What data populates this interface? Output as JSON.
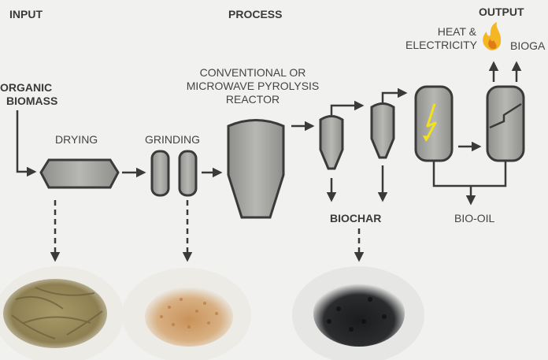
{
  "headers": {
    "input": "INPUT",
    "process": "PROCESS",
    "output": "OUTPUT"
  },
  "labels": {
    "organic_line1": "ORGANIC",
    "organic_line2": "BIOMASS",
    "drying": "DRYING",
    "grinding": "GRINDING",
    "reactor_line1": "CONVENTIONAL OR",
    "reactor_line2": "MICROWAVE PYROLYSIS",
    "reactor_line3": "REACTOR",
    "biochar": "BIOCHAR",
    "bio_oil": "BIO-OIL",
    "heat_line1": "HEAT &",
    "heat_line2": "ELECTRICITY",
    "biogas": "BIOGA"
  },
  "colors": {
    "equipment_fill": "#a3a3a0",
    "equipment_stroke": "#3a3a3a",
    "arrow": "#3a3a3a",
    "lightning": "#f2e21a",
    "flame_outer": "#f4b623",
    "flame_inner": "#e07b1a",
    "background": "#f1f1ef"
  },
  "icons": {
    "flame": "flame-icon",
    "lightning": "lightning-icon"
  }
}
